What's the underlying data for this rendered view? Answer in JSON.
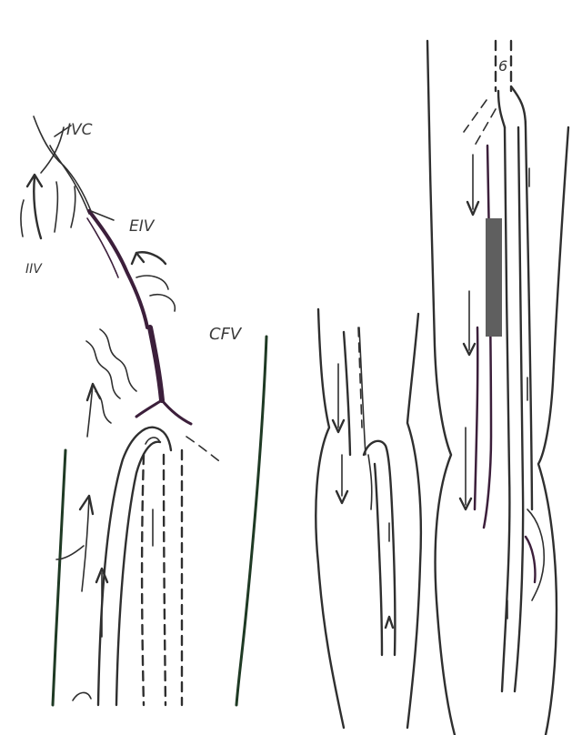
{
  "left_sketch": {
    "labels": {
      "ivc": "IVC",
      "eiv": "EIV",
      "iiv": "IIV",
      "cfv": "CFV"
    }
  },
  "right_sketch": {
    "labels": {
      "top_mark": "6"
    },
    "colors": {
      "occlusion_block": "#5f5f5f"
    }
  }
}
